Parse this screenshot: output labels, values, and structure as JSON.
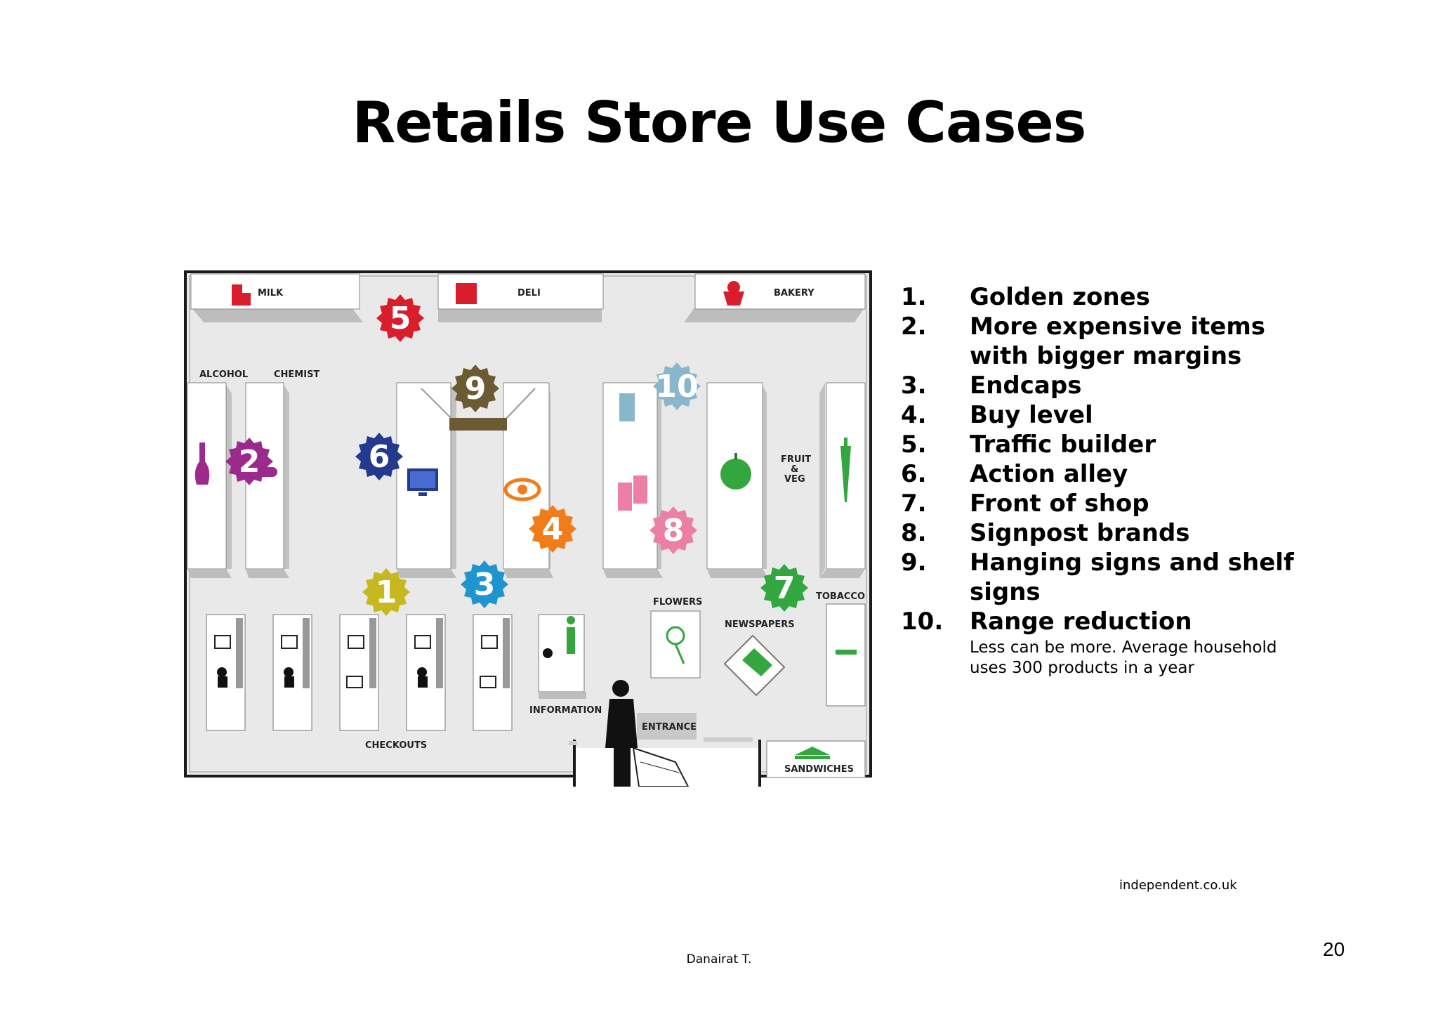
{
  "slide": {
    "title": "Retails Store Use Cases",
    "source": "independent.co.uk",
    "author": "Danairat T.",
    "page_number": "20"
  },
  "list": {
    "items": [
      {
        "num": "1.",
        "text": "Golden zones"
      },
      {
        "num": "2.",
        "text": "More expensive items with bigger margins"
      },
      {
        "num": "3.",
        "text": "Endcaps"
      },
      {
        "num": "4.",
        "text": "Buy level"
      },
      {
        "num": "5.",
        "text": "Traffic builder"
      },
      {
        "num": "6.",
        "text": "Action alley"
      },
      {
        "num": "7.",
        "text": "Front of shop"
      },
      {
        "num": "8.",
        "text": "Signpost brands"
      },
      {
        "num": "9.",
        "text": "Hanging signs and shelf signs"
      },
      {
        "num": "10.",
        "text": "Range reduction"
      }
    ],
    "note": "Less can be more. Average household uses 300 products in a year"
  },
  "plan": {
    "labels": {
      "milk": "MILK",
      "deli": "DELI",
      "bakery": "BAKERY",
      "alcohol": "ALCOHOL",
      "chemist": "CHEMIST",
      "fruit1": "FRUIT",
      "fruit2": "&",
      "fruit3": "VEG",
      "flowers": "FLOWERS",
      "newspapers": "NEWSPAPERS",
      "tobacco": "TOBACCO",
      "information": "INFORMATION",
      "checkouts": "CHECKOUTS",
      "entrance": "ENTRANCE",
      "sandwiches": "SANDWICHES"
    },
    "badges": [
      {
        "n": "1",
        "color": "#c8b820"
      },
      {
        "n": "2",
        "color": "#9b2a8c"
      },
      {
        "n": "3",
        "color": "#1f95d0"
      },
      {
        "n": "4",
        "color": "#f07d1a"
      },
      {
        "n": "5",
        "color": "#d81d2c"
      },
      {
        "n": "6",
        "color": "#233a8e"
      },
      {
        "n": "7",
        "color": "#34a640"
      },
      {
        "n": "8",
        "color": "#ec7fa6"
      },
      {
        "n": "9",
        "color": "#6b5a32"
      },
      {
        "n": "10",
        "color": "#8ab6cc"
      }
    ]
  }
}
